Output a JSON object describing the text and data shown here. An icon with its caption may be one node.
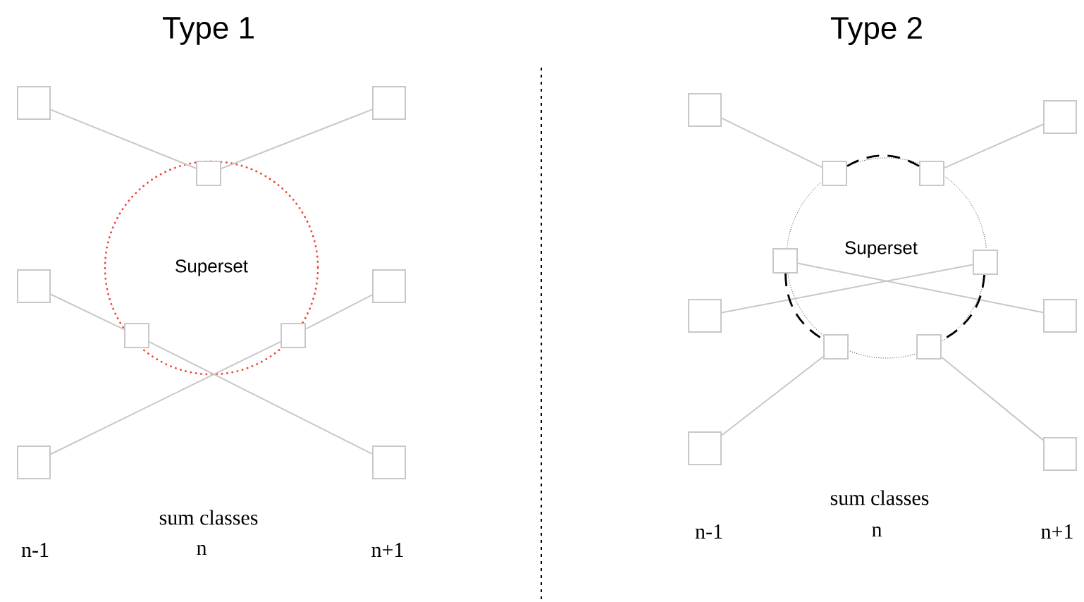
{
  "diagram": {
    "nodes": [
      {
        "text": [],
        "shape": "box"
      },
      {
        "text": [],
        "shape": "box"
      },
      {
        "text": [],
        "shape": "box"
      },
      {
        "text": [],
        "shape": "box"
      },
      {
        "text": [],
        "shape": "box"
      },
      {
        "text": [],
        "shape": "box"
      },
      {
        "text": [],
        "shape": "box"
      },
      {
        "text": [],
        "shape": "box"
      },
      {
        "text": [],
        "shape": "box"
      },
      {
        "text": [],
        "shape": "box"
      },
      {
        "text": [],
        "shape": "box"
      },
      {
        "text": [],
        "shape": "box"
      },
      {
        "text": [],
        "shape": "box"
      },
      {
        "text": [],
        "shape": "box"
      },
      {
        "text": [],
        "shape": "box"
      },
      {
        "text": [],
        "shape": "box"
      },
      {
        "text": [],
        "shape": "box"
      },
      {
        "text": [],
        "shape": "box"
      },
      {
        "text": [],
        "shape": "box"
      },
      {
        "text": [],
        "shape": "box"
      },
      {
        "text": [],
        "shape": "box"
      }
    ],
    "edges": [
      {
        "from": 0,
        "to": 6,
        "arrow": "none"
      },
      {
        "from": 6,
        "to": 1,
        "arrow": "none"
      },
      {
        "from": 2,
        "to": 7,
        "arrow": "none"
      },
      {
        "from": 7,
        "to": 5,
        "arrow": "none"
      },
      {
        "from": 4,
        "to": 8,
        "arrow": "none"
      },
      {
        "from": 8,
        "to": 3,
        "arrow": "none"
      },
      {
        "from": 9,
        "to": 15,
        "arrow": "none"
      },
      {
        "from": 16,
        "to": 10,
        "arrow": "none"
      },
      {
        "from": 11,
        "to": 18,
        "arrow": "none"
      },
      {
        "from": 17,
        "to": 12,
        "arrow": "none"
      },
      {
        "from": 19,
        "to": 13,
        "arrow": "none"
      },
      {
        "from": 20,
        "to": 14,
        "arrow": "none"
      },
      {
        "from": 15,
        "to": 16,
        "arrow": "none",
        "style": "dashed",
        "color": "#000000"
      },
      {
        "from": 17,
        "to": 19,
        "arrow": "none",
        "style": "dashed",
        "color": "#000000"
      },
      {
        "from": 18,
        "to": 20,
        "arrow": "none",
        "style": "dashed",
        "color": "#000000"
      }
    ],
    "labels": [
      "Type 1",
      "Type 2",
      "Superset",
      "Superset",
      "sum classes",
      "n-1",
      "n",
      "n+1",
      "sum classes",
      "n-1",
      "n",
      "n+1"
    ]
  }
}
